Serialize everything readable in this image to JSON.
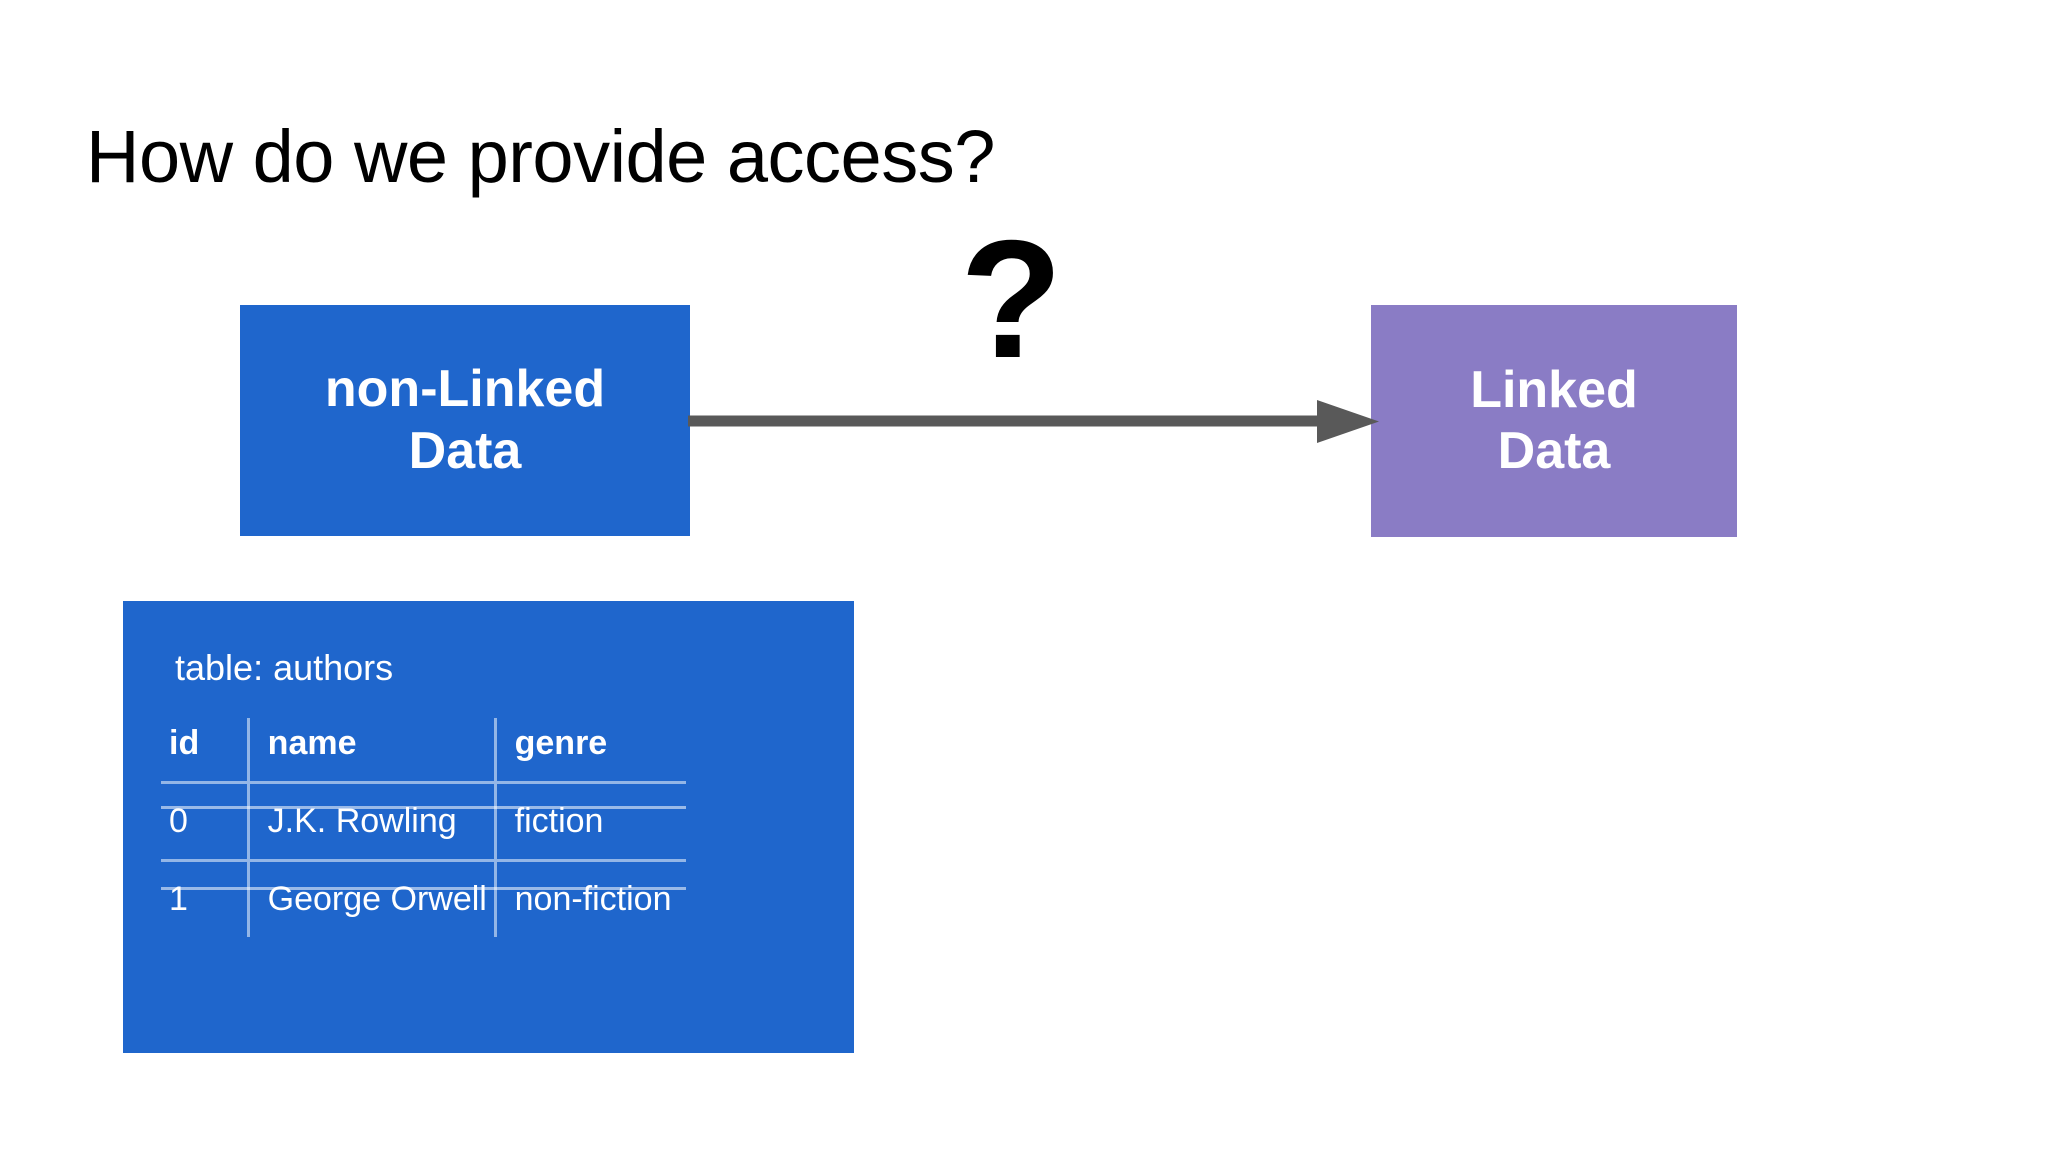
{
  "slide": {
    "title": "How do we provide access?",
    "background_color": "#ffffff"
  },
  "diagram": {
    "source_box": {
      "label": "non-Linked Data",
      "line1": "non-Linked",
      "line2": "Data",
      "color": "#1f66cc",
      "text_color": "#ffffff"
    },
    "target_box": {
      "label": "Linked Data",
      "line1": "Linked",
      "line2": "Data",
      "color": "#8a7cc5",
      "text_color": "#ffffff"
    },
    "connector": {
      "icon": "right-arrow-icon",
      "color": "#595959",
      "annotation": "?"
    }
  },
  "table_card": {
    "color": "#1f66cc",
    "caption": "table: authors",
    "columns": [
      "id",
      "name",
      "genre"
    ],
    "rows": [
      {
        "id": "0",
        "name": "J.K. Rowling",
        "genre": "fiction"
      },
      {
        "id": "1",
        "name": "George Orwell",
        "genre": "non-fiction"
      }
    ]
  }
}
